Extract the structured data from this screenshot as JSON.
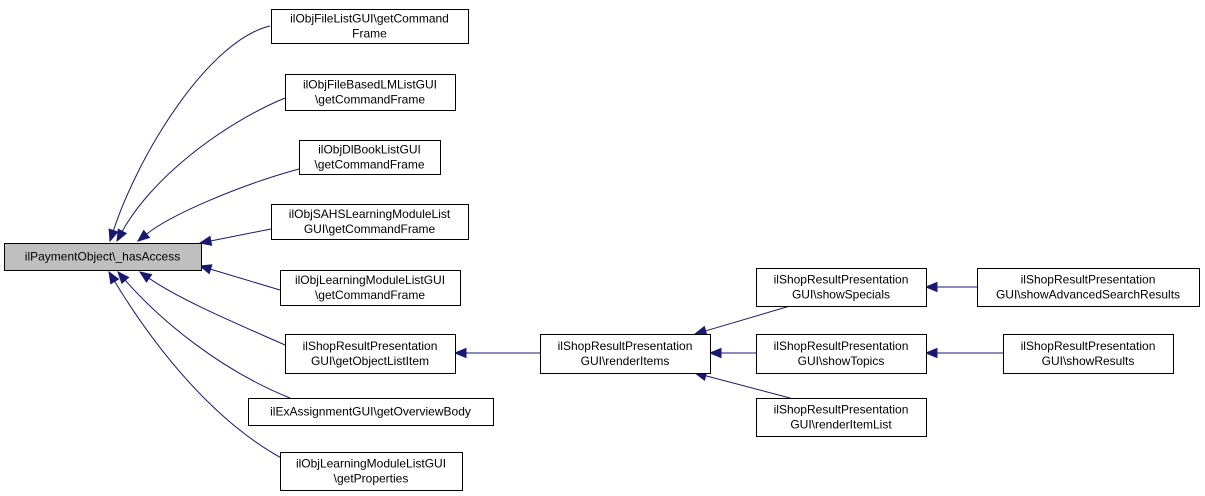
{
  "colors": {
    "edge": "#191970",
    "root_fill": "#bfbfbf",
    "node_fill": "#ffffff",
    "border": "#000000"
  },
  "nodes": [
    {
      "id": "root",
      "label": [
        "ilPaymentObject\\_hasAccess"
      ],
      "root": true
    },
    {
      "id": "n1",
      "label": [
        "ilObjFileListGUI\\getCommand",
        "Frame"
      ]
    },
    {
      "id": "n2",
      "label": [
        "ilObjFileBasedLMListGUI",
        "\\getCommandFrame"
      ]
    },
    {
      "id": "n3",
      "label": [
        "ilObjDlBookListGUI",
        "\\getCommandFrame"
      ]
    },
    {
      "id": "n4",
      "label": [
        "ilObjSAHSLearningModuleList",
        "GUI\\getCommandFrame"
      ]
    },
    {
      "id": "n5",
      "label": [
        "ilObjLearningModuleListGUI",
        "\\getCommandFrame"
      ]
    },
    {
      "id": "n6",
      "label": [
        "ilShopResultPresentation",
        "GUI\\getObjectListItem"
      ]
    },
    {
      "id": "n7",
      "label": [
        "ilExAssignmentGUI\\getOverviewBody"
      ]
    },
    {
      "id": "n8",
      "label": [
        "ilObjLearningModuleListGUI",
        "\\getProperties"
      ]
    },
    {
      "id": "n9",
      "label": [
        "ilShopResultPresentation",
        "GUI\\renderItems"
      ]
    },
    {
      "id": "n10",
      "label": [
        "ilShopResultPresentation",
        "GUI\\showSpecials"
      ]
    },
    {
      "id": "n11",
      "label": [
        "ilShopResultPresentation",
        "GUI\\showTopics"
      ]
    },
    {
      "id": "n12",
      "label": [
        "ilShopResultPresentation",
        "GUI\\renderItemList"
      ]
    },
    {
      "id": "n13",
      "label": [
        "ilShopResultPresentation",
        "GUI\\showAdvancedSearchResults"
      ]
    },
    {
      "id": "n14",
      "label": [
        "ilShopResultPresentation",
        "GUI\\showResults"
      ]
    }
  ],
  "edges": [
    {
      "from": "n1",
      "to": "root"
    },
    {
      "from": "n2",
      "to": "root"
    },
    {
      "from": "n3",
      "to": "root"
    },
    {
      "from": "n4",
      "to": "root"
    },
    {
      "from": "n5",
      "to": "root"
    },
    {
      "from": "n6",
      "to": "root"
    },
    {
      "from": "n7",
      "to": "root"
    },
    {
      "from": "n8",
      "to": "root"
    },
    {
      "from": "n9",
      "to": "n6"
    },
    {
      "from": "n10",
      "to": "n9"
    },
    {
      "from": "n11",
      "to": "n9"
    },
    {
      "from": "n12",
      "to": "n9"
    },
    {
      "from": "n13",
      "to": "n10"
    },
    {
      "from": "n14",
      "to": "n11"
    }
  ]
}
